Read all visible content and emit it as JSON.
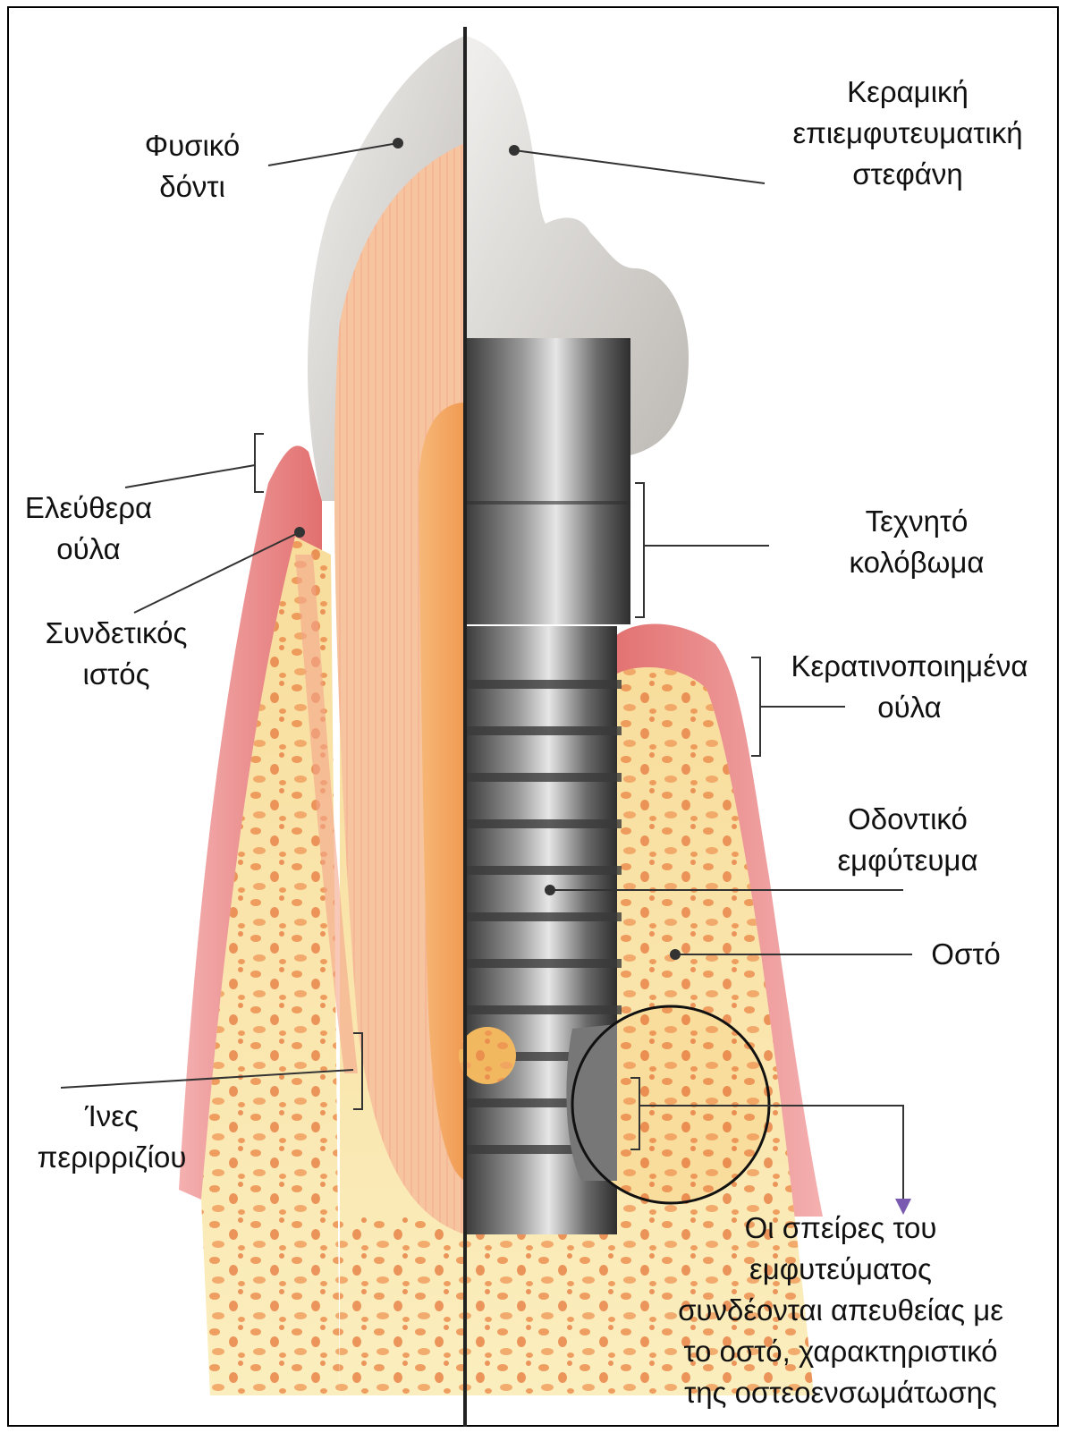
{
  "diagram": {
    "labels": {
      "natural_tooth": [
        "Φυσικό",
        "δόντι"
      ],
      "ceramic_crown": [
        "Κεραμική",
        "επιεμφυτευματική",
        "στεφάνη"
      ],
      "free_gingiva": [
        "Ελεύθερα",
        "ούλα"
      ],
      "connective_tissue": [
        "Συνδετικός",
        "ιστός"
      ],
      "artificial_abutment": [
        "Τεχνητό",
        "κολόβωμα"
      ],
      "keratinized_gingiva": [
        "Κερατινοποιημένα",
        "ούλα"
      ],
      "dental_implant": [
        "Οδοντικό",
        "εμφύτευμα"
      ],
      "bone": [
        "Οστό"
      ],
      "pdl_fibers": [
        "Ίνες",
        "περιρριζίου"
      ],
      "osseointegration_note": [
        "Οι σπείρες του",
        "εμφυτεύματος",
        "συνδέονται απευθείας με",
        "το οστό, χαρακτηριστικό",
        "της οστεοενσωμάτωσης"
      ]
    },
    "colors": {
      "gum": "#e88a8a",
      "bone": "#f7d58a",
      "bone_pores": "#e8854a",
      "enamel": "#d9d6d2",
      "dentin": "#f8c6a0",
      "pulp": "#f3a860",
      "implant": "#6b6b6b",
      "arrow": "#7a5ab0"
    }
  }
}
